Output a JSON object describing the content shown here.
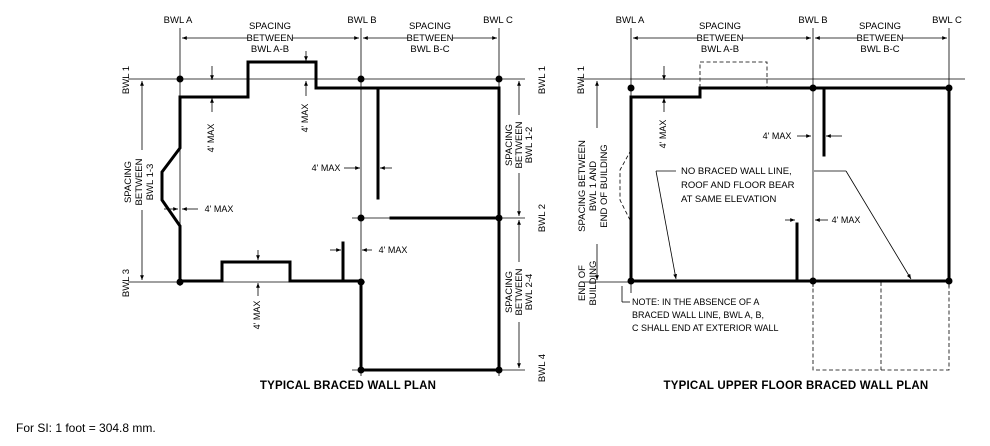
{
  "left_plan": {
    "title": "TYPICAL BRACED WALL PLAN",
    "bwl_a": "BWL A",
    "bwl_b": "BWL B",
    "bwl_c": "BWL C",
    "bwl_1": "BWL 1",
    "bwl_2": "BWL 2",
    "bwl_3": "BWL 3",
    "bwl_4": "BWL 4",
    "spacing_ab": [
      "SPACING",
      "BETWEEN",
      "BWL A-B"
    ],
    "spacing_bc": [
      "SPACING",
      "BETWEEN",
      "BWL B-C"
    ],
    "spacing_13": [
      "SPACING",
      "BETWEEN",
      "BWL 1-3"
    ],
    "spacing_12": [
      "SPACING",
      "BETWEEN",
      "BWL 1-2"
    ],
    "spacing_24": [
      "SPACING",
      "BETWEEN",
      "BWL 2-4"
    ],
    "max_label": "4' MAX"
  },
  "right_plan": {
    "title": "TYPICAL UPPER FLOOR BRACED WALL PLAN",
    "bwl_a": "BWL A",
    "bwl_b": "BWL B",
    "bwl_c": "BWL C",
    "bwl_1": "BWL 1",
    "spacing_ab": [
      "SPACING",
      "BETWEEN",
      "BWL A-B"
    ],
    "spacing_bc": [
      "SPACING",
      "BETWEEN",
      "BWL B-C"
    ],
    "spacing_end": [
      "SPACING BETWEEN",
      "BWL 1 AND",
      "END OF BUILDING"
    ],
    "end_of_building": [
      "END OF",
      "BUILDING"
    ],
    "max_label": "4' MAX",
    "callout": [
      "NO BRACED WALL LINE,",
      "ROOF AND FLOOR BEAR",
      "AT SAME ELEVATION"
    ],
    "note": [
      "NOTE: IN THE ABSENCE OF A",
      "BRACED WALL LINE, BWL A, B,",
      "C SHALL END AT EXTERIOR WALL"
    ]
  },
  "footnote": "For SI: 1 foot = 304.8 mm."
}
